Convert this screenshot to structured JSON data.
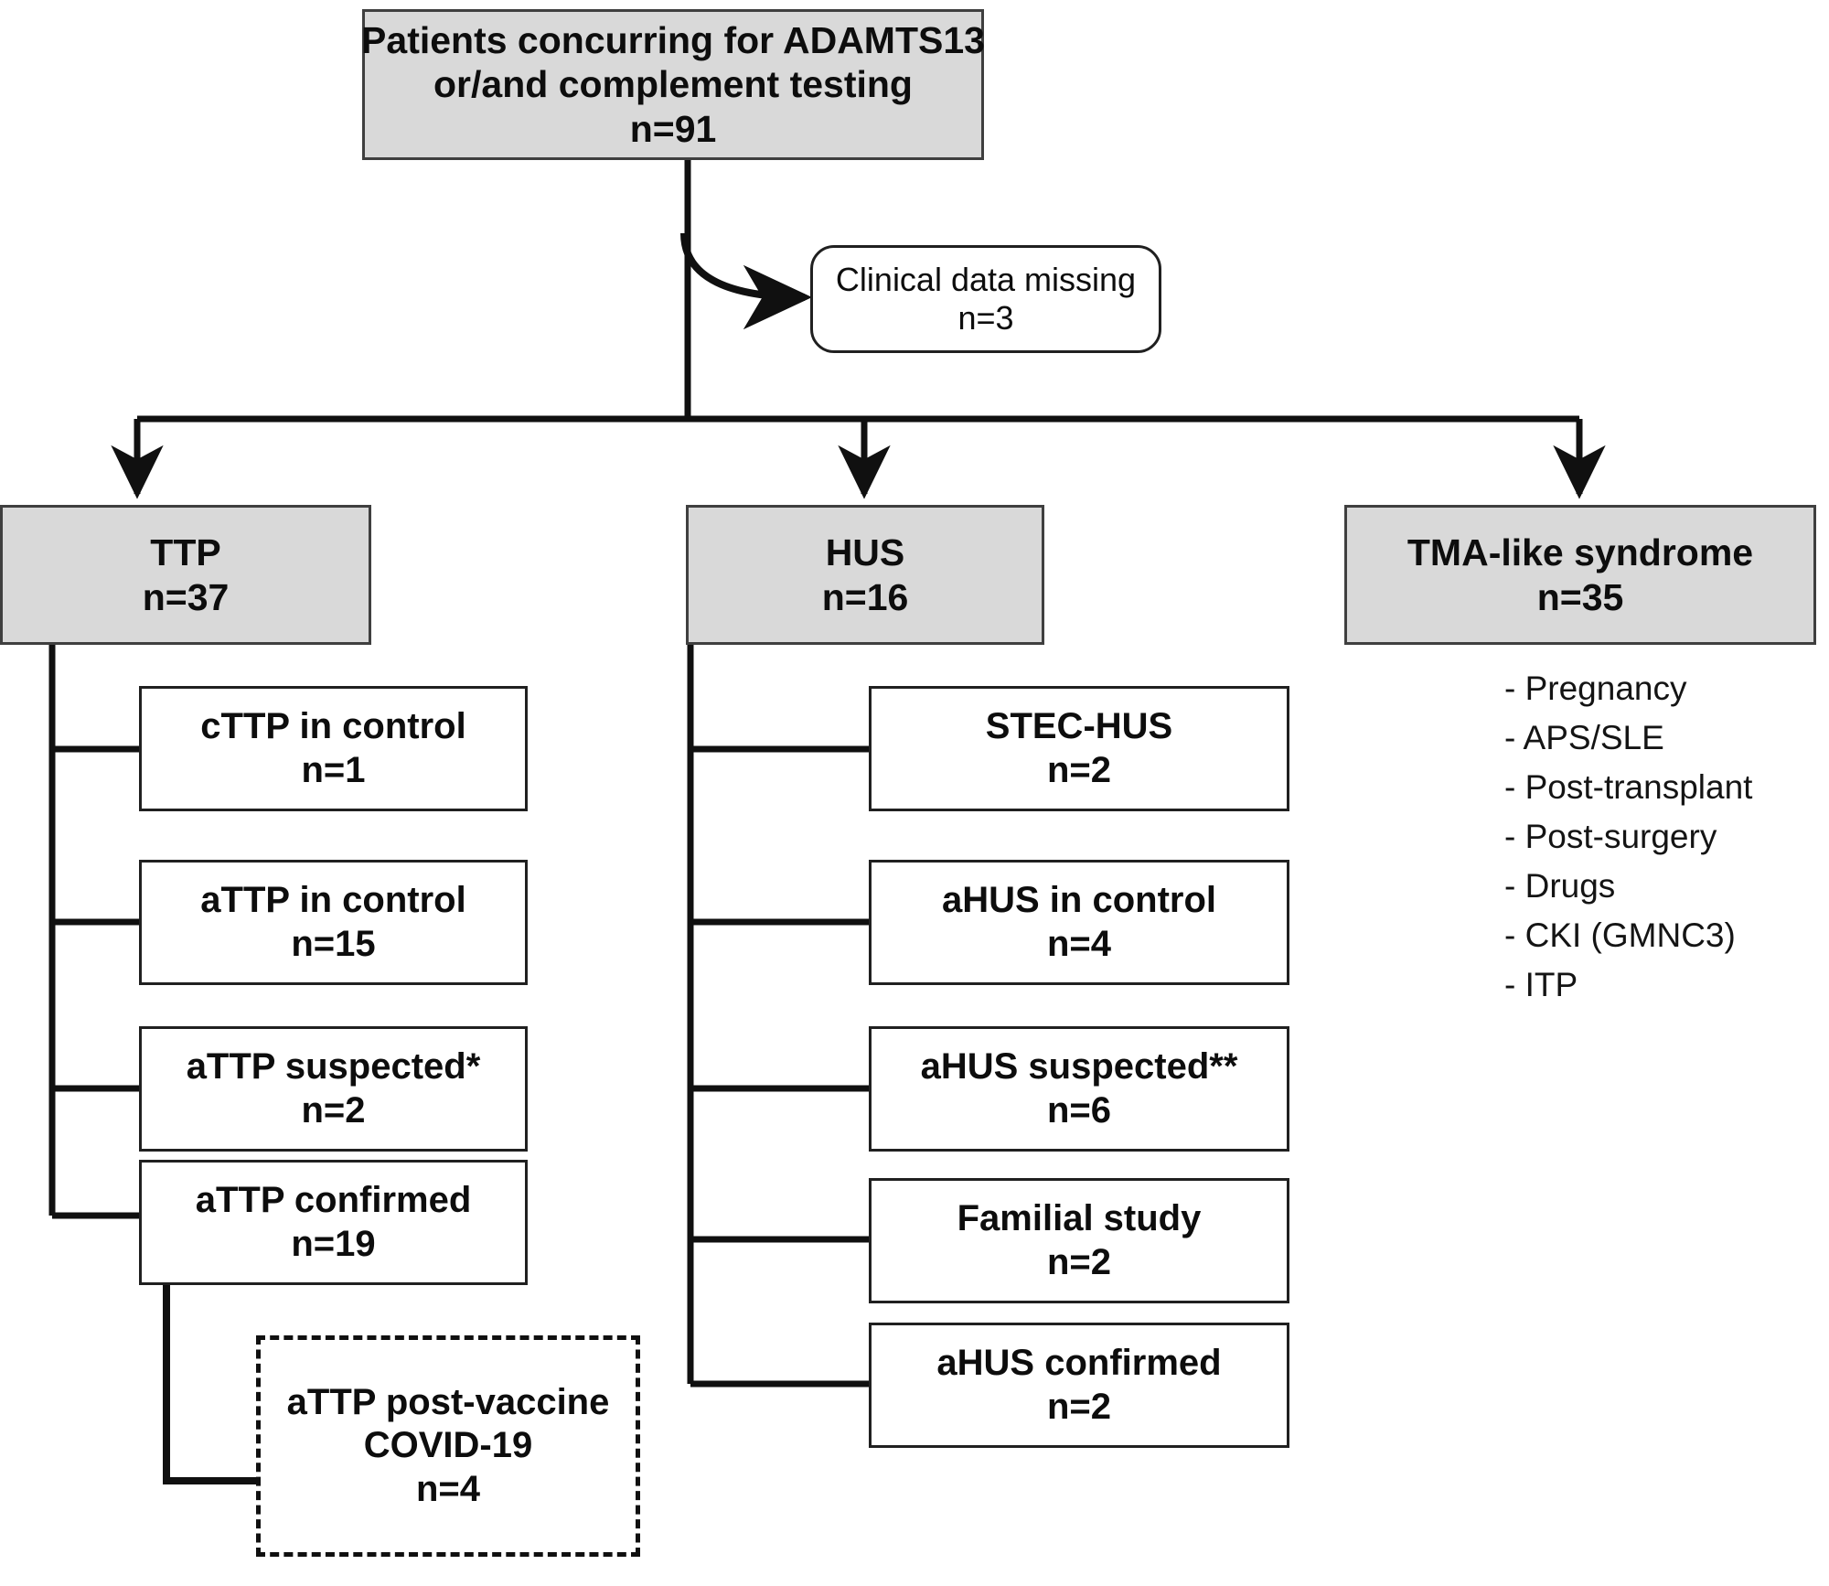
{
  "figure": {
    "type": "flowchart",
    "title": "Patient cohort classification flowchart",
    "colors": {
      "gray_fill": "#d9d9d9",
      "white_fill": "#ffffff",
      "stroke": "#202020",
      "text": "#0d0d0d"
    }
  },
  "root": {
    "line1": "Patients concurring for ADAMTS13",
    "line2": "or/and complement testing",
    "count": "n=91"
  },
  "excluded": {
    "label": "Clinical data missing",
    "count": "n=3"
  },
  "branches": [
    {
      "id": "ttp",
      "label": "TTP",
      "count": "n=37",
      "children": [
        {
          "id": "cttp-control",
          "label": "cTTP in control",
          "count": "n=1",
          "style": "plain"
        },
        {
          "id": "attp-control",
          "label": "aTTP in control",
          "count": "n=15",
          "style": "plain"
        },
        {
          "id": "attp-suspected",
          "label": "aTTP suspected*",
          "count": "n=2",
          "style": "plain"
        },
        {
          "id": "attp-confirmed",
          "label": "aTTP confirmed",
          "count": "n=19",
          "style": "plain"
        }
      ],
      "sub": {
        "id": "attp-post-vaccine",
        "line1": "aTTP post-vaccine",
        "line2": "COVID-19",
        "count": "n=4",
        "style": "dashed"
      }
    },
    {
      "id": "hus",
      "label": "HUS",
      "count": "n=16",
      "children": [
        {
          "id": "stec-hus",
          "label": "STEC-HUS",
          "count": "n=2",
          "style": "plain"
        },
        {
          "id": "ahus-control",
          "label": "aHUS in control",
          "count": "n=4",
          "style": "plain"
        },
        {
          "id": "ahus-suspected",
          "label": "aHUS suspected**",
          "count": "n=6",
          "style": "plain"
        },
        {
          "id": "familial-study",
          "label": "Familial study",
          "count": "n=2",
          "style": "plain"
        },
        {
          "id": "ahus-confirmed",
          "label": "aHUS confirmed",
          "count": "n=2",
          "style": "plain"
        }
      ]
    },
    {
      "id": "tma-like",
      "label": "TMA-like syndrome",
      "count": "n=35",
      "bullets": [
        "- Pregnancy",
        "- APS/SLE",
        "- Post-transplant",
        "- Post-surgery",
        "- Drugs",
        "- CKI (GMNC3)",
        "- ITP"
      ]
    }
  ]
}
